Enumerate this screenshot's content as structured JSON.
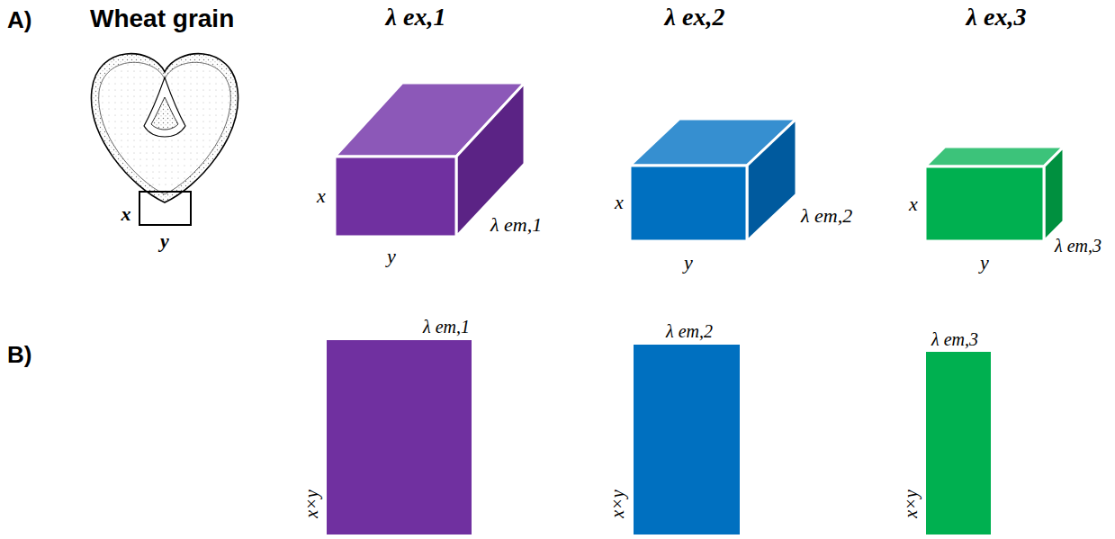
{
  "diagram": {
    "labels": [
      "A)",
      "Wheat grain",
      "λ ex,1",
      "λ ex,2",
      "λ ex,3",
      "x",
      "y",
      "x",
      "y",
      "λ em,1",
      "x",
      "y",
      "λ em,2",
      "x",
      "y",
      "λ em,3",
      "B)",
      "λ em,1",
      "x×y",
      "λ em,2",
      "x×y",
      "λ em,3",
      "x×y"
    ]
  }
}
